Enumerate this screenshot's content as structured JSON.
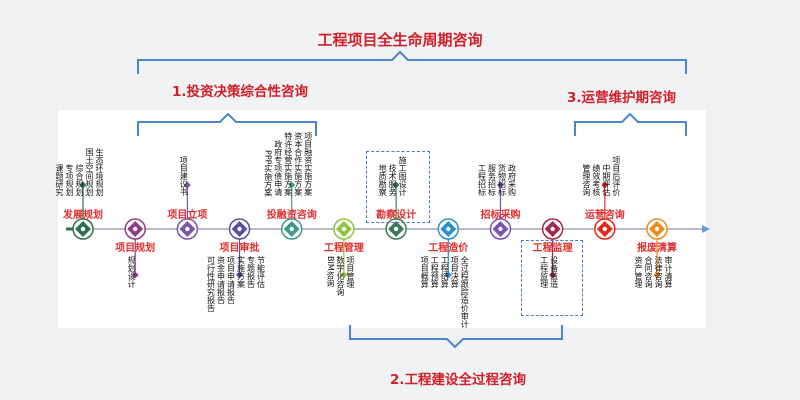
{
  "title": "工程项目全生命周期咨询",
  "sections": {
    "s1": "1.投资决策综合性咨询",
    "s2": "2.工程建设全过程咨询",
    "s3": "3.运营维护期咨询"
  },
  "stages": [
    {
      "label": "发展规划",
      "items": [
        "课题研究",
        "专项规划",
        "综合规划",
        "国土空间规划",
        "生态环境规划"
      ]
    },
    {
      "label": "项目规划",
      "items": [
        "规划设计"
      ]
    },
    {
      "label": "项目立项",
      "items": [
        "项目建议书"
      ]
    },
    {
      "label": "项目审批",
      "items": [
        "可行性研究报告",
        "资金申请报告",
        "项目申请报告",
        "实施方案",
        "专题报告",
        "节能评估"
      ]
    },
    {
      "label": "投融资咨询",
      "items": [
        "PPP实施方案",
        "政府专项债申请",
        "特许经营实施方案",
        "资本合作实施方案",
        "项目融资实施方案"
      ]
    },
    {
      "label": "工程管理",
      "items": [
        "BIM咨询",
        "数字化咨询",
        "项目管理"
      ]
    },
    {
      "label": "勘察设计",
      "items": [
        "地质勘察",
        "技术服务",
        "施工图设计"
      ]
    },
    {
      "label": "工程造价",
      "items": [
        "项目概算",
        "工程预算",
        "工程结算",
        "项目决算",
        "全过程跟踪造价审计"
      ]
    },
    {
      "label": "招标采购",
      "items": [
        "工程招标",
        "服务招标",
        "货物招标",
        "政府采购"
      ]
    },
    {
      "label": "工程监理",
      "items": [
        "工程监理",
        "设备监造"
      ]
    },
    {
      "label": "运营咨询",
      "items": [
        "管理咨询",
        "绩效考核",
        "中期评估",
        "项目后评价"
      ]
    },
    {
      "label": "报废清算",
      "items": [
        "资产管理",
        "合同咨询",
        "法律咨询",
        "审计清算"
      ]
    }
  ],
  "colors": {
    "accent_red": "#d0202a",
    "bracket_blue": "#4a86c8",
    "node_colors": [
      "#2f6e4f",
      "#8e3b8a",
      "#7a5aa6",
      "#5e4ea0",
      "#3f9a8a",
      "#8cc43f",
      "#3a7a5a",
      "#2a8fd0",
      "#7b52b8",
      "#a3284a",
      "#e02b1a",
      "#f08a1e"
    ]
  }
}
